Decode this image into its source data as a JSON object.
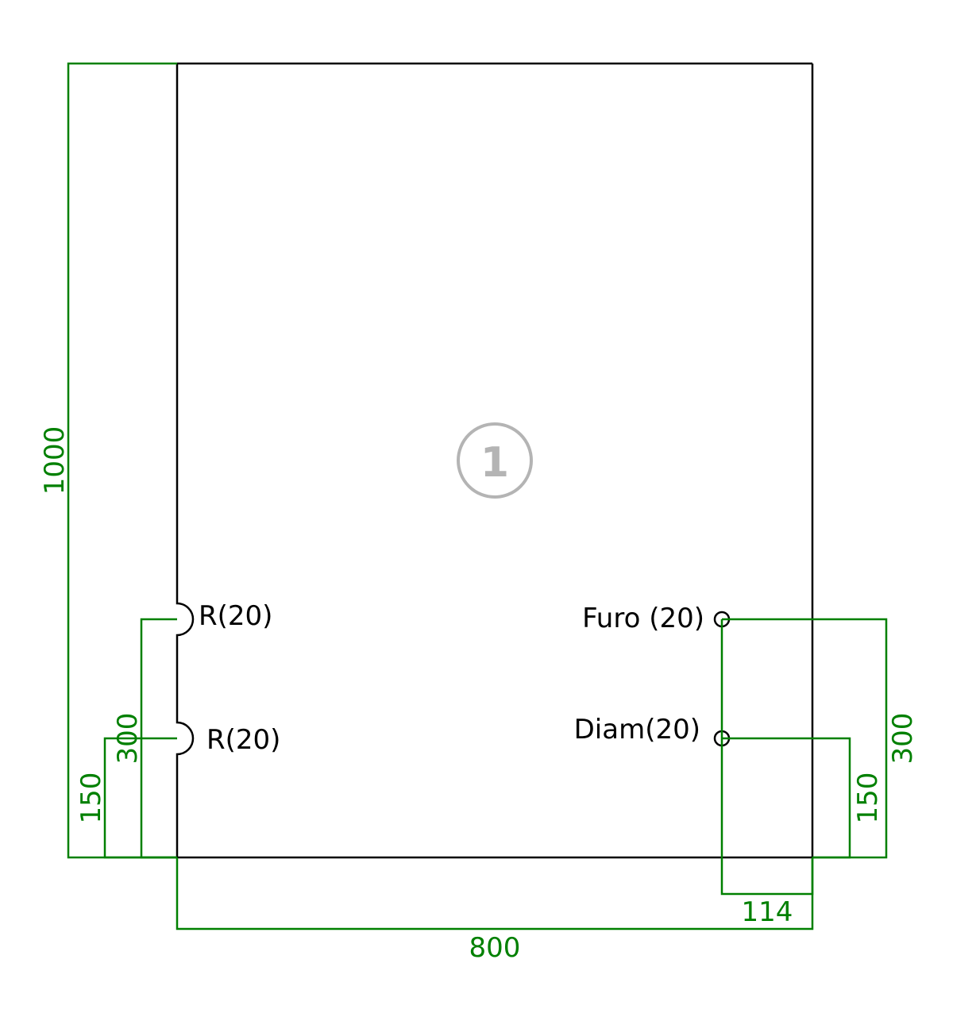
{
  "colors": {
    "outline": "#000000",
    "dimension": "#008000",
    "part_number": "#b4b4b4"
  },
  "part": {
    "number": "1"
  },
  "features": {
    "notch_top_label": "R(20)",
    "notch_bottom_label": "R(20)",
    "hole_top_label": "Furo (20)",
    "hole_bottom_label": "Diam(20)"
  },
  "dimensions": {
    "height": "1000",
    "width": "800",
    "left_300": "300",
    "left_150": "150",
    "right_300": "300",
    "right_150": "150",
    "hole_offset": "114"
  }
}
